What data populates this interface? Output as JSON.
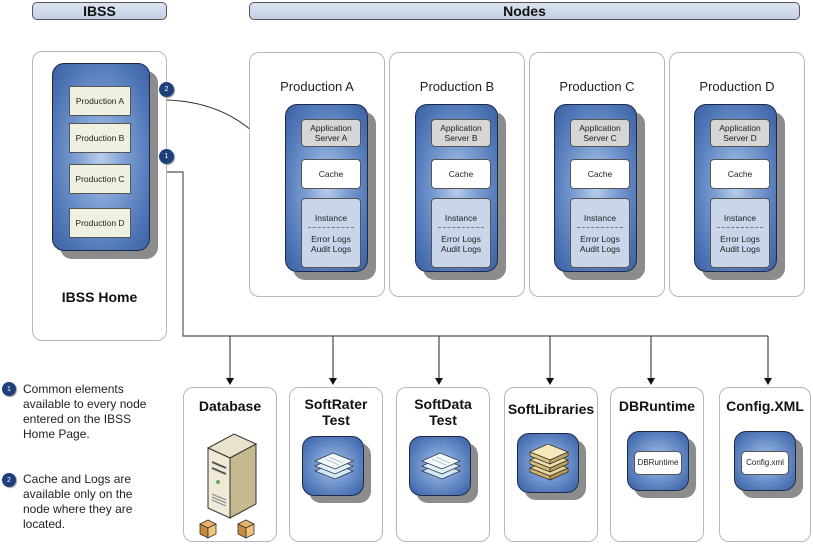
{
  "headers": {
    "ibss": "IBSS",
    "nodes": "Nodes"
  },
  "ibss_home": {
    "title": "IBSS Home",
    "productions": [
      "Production A",
      "Production B",
      "Production C",
      "Production D"
    ]
  },
  "nodes": [
    {
      "title": "Production A",
      "app_server": [
        "Application",
        "Server A"
      ],
      "cache": "Cache",
      "instance": "Instance",
      "logs": [
        "Error Logs",
        "Audit Logs"
      ]
    },
    {
      "title": "Production B",
      "app_server": [
        "Application",
        "Server B"
      ],
      "cache": "Cache",
      "instance": "Instance",
      "logs": [
        "Error Logs",
        "Audit Logs"
      ]
    },
    {
      "title": "Production C",
      "app_server": [
        "Application",
        "Server C"
      ],
      "cache": "Cache",
      "instance": "Instance",
      "logs": [
        "Error Logs",
        "Audit Logs"
      ]
    },
    {
      "title": "Production D",
      "app_server": [
        "Application",
        "Server D"
      ],
      "cache": "Cache",
      "instance": "Instance",
      "logs": [
        "Error Logs",
        "Audit Logs"
      ]
    }
  ],
  "badges": {
    "one": "1",
    "two": "2"
  },
  "resources": [
    {
      "title": "Database",
      "icon": "server-icon"
    },
    {
      "title": "SoftRater Test",
      "icon": "documents-icon"
    },
    {
      "title": "SoftData Test",
      "icon": "documents-icon"
    },
    {
      "title": "SoftLibraries",
      "icon": "books-icon"
    },
    {
      "title": "DBRuntime",
      "icon": "label-box",
      "label": "DBRuntime"
    },
    {
      "title": "Config.XML",
      "icon": "label-box",
      "label": "Config.xml"
    }
  ],
  "legend": [
    {
      "badge": "1",
      "text": "Common elements available to every node entered on the IBSS Home Page."
    },
    {
      "badge": "2",
      "text": "Cache and Logs are available only on the node where they are located."
    }
  ]
}
